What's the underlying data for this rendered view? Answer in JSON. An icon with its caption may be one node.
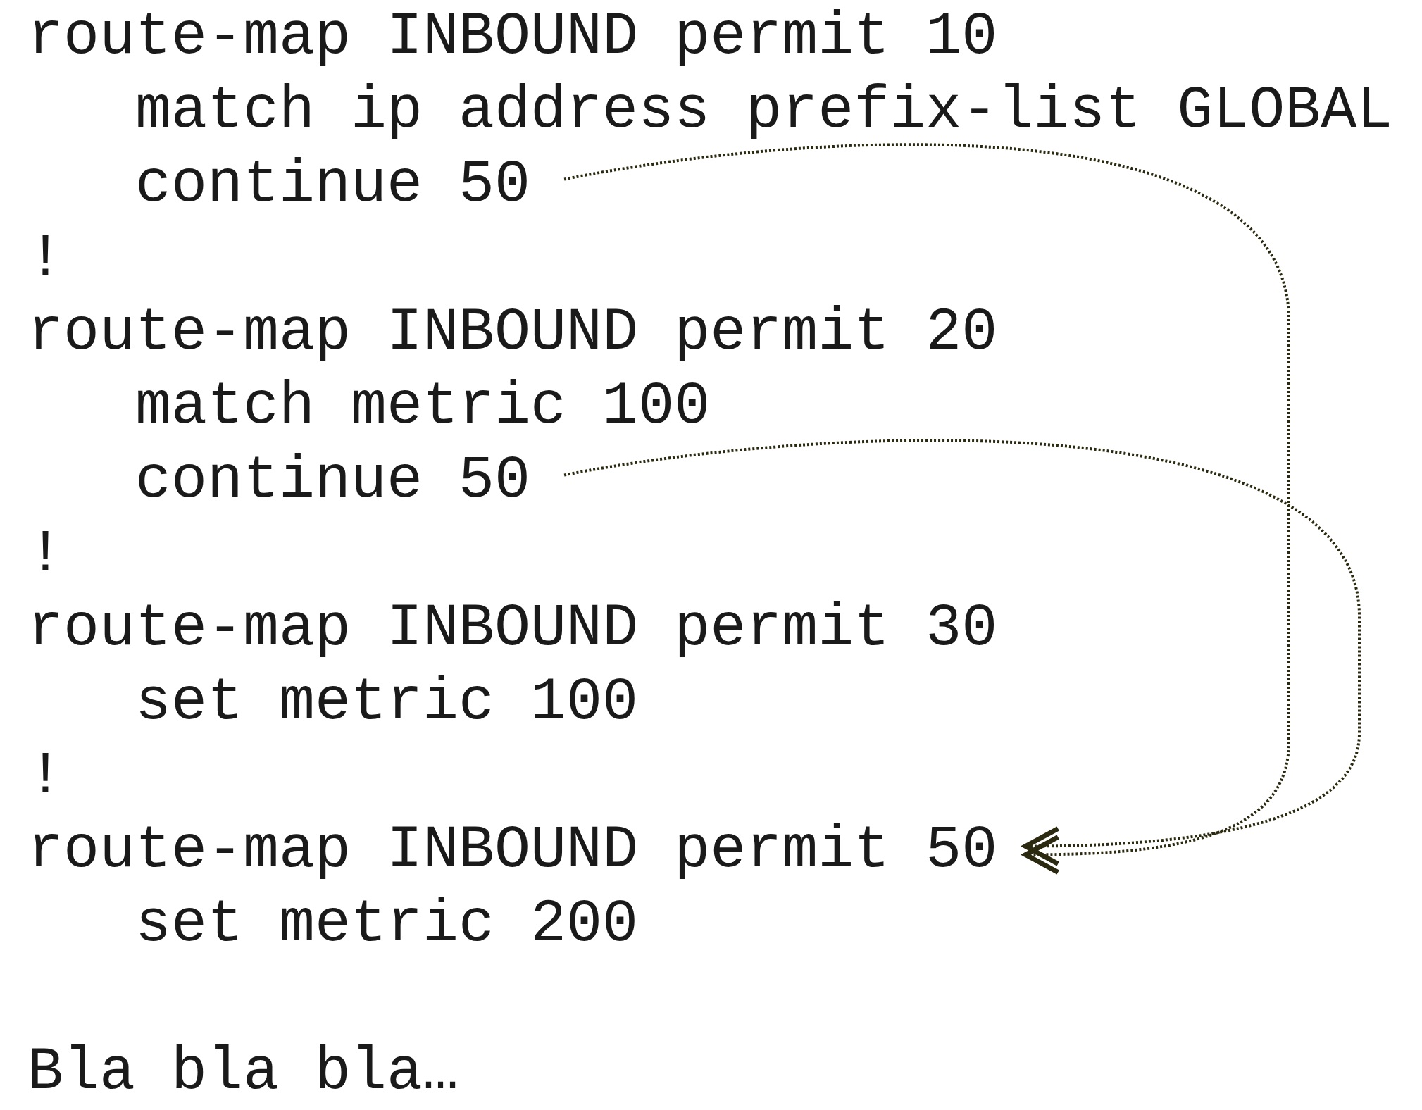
{
  "diagram": {
    "nodes": [
      {
        "text": [
          "continue 50"
        ]
      },
      {
        "text": [
          "continue 50"
        ]
      },
      {
        "text": [
          "route-map INBOUND permit 50"
        ]
      }
    ],
    "edges": [
      {
        "from": 0,
        "to": 2,
        "arrow": "to",
        "style": "dashed"
      },
      {
        "from": 1,
        "to": 2,
        "arrow": "to",
        "style": "dashed"
      }
    ],
    "labels": [
      "route-map INBOUND permit 10",
      "match ip address prefix-list GLOBAL",
      "!",
      "route-map INBOUND permit 20",
      "match metric 100",
      "!",
      "route-map INBOUND permit 30",
      "set metric 100",
      "!",
      "set metric 200",
      "Bla bla bla…"
    ]
  }
}
